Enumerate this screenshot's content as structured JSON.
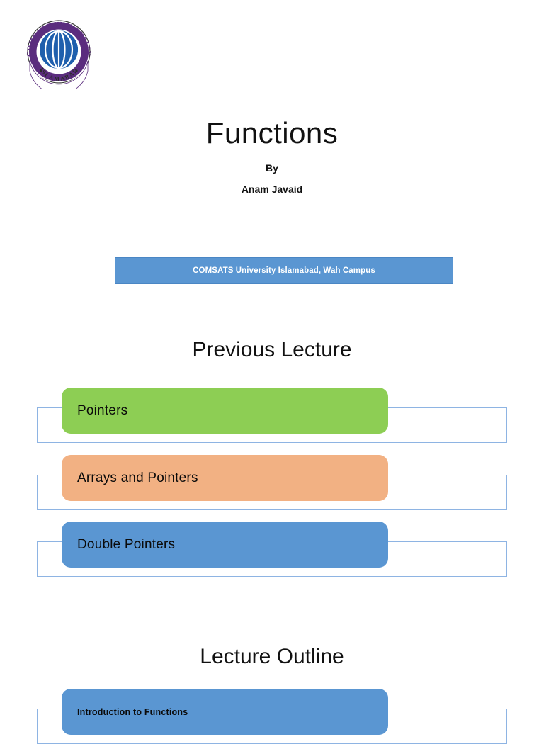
{
  "logo": {
    "name": "comsats-university-islamabad-seal",
    "outer_text": "COMSATS UNIVERSITY",
    "banner_text": "ISLAMABAD",
    "ring_color": "#5B2D7E",
    "globe_color": "#1F5FAD"
  },
  "title_slide": {
    "title": "Functions",
    "by_label": "By",
    "author": "Anam Javaid",
    "campus_banner": "COMSATS University Islamabad, Wah Campus",
    "banner_color": "#5A96D2"
  },
  "previous_lecture": {
    "heading": "Previous Lecture",
    "items": [
      {
        "label": "Pointers",
        "color": "#8DCE54",
        "fill_class": "fill-green"
      },
      {
        "label": "Arrays and Pointers",
        "color": "#F2B183",
        "fill_class": "fill-orange"
      },
      {
        "label": "Double Pointers",
        "color": "#5A96D2",
        "fill_class": "fill-blue"
      }
    ]
  },
  "lecture_outline": {
    "heading": "Lecture Outline",
    "items": [
      {
        "label": "Introduction to Functions",
        "color": "#5A96D2",
        "fill_class": "fill-blue"
      }
    ]
  },
  "theme": {
    "outline_border": "#8EB4E3",
    "text_color": "#111111",
    "background": "#ffffff"
  }
}
